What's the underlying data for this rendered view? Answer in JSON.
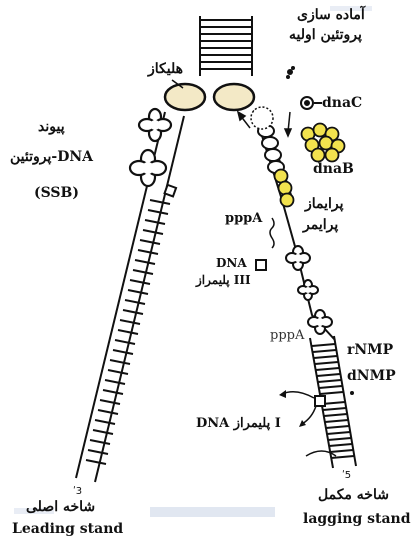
{
  "labels": {
    "helicase": "هلیکاز",
    "preprimosome": [
      "آماده سازی",
      "پروتئین اولیه"
    ],
    "dnac": "dnaC",
    "dnab": "dnaB",
    "ssb": [
      "پیوند",
      "پروتئین-DNA",
      "(SSB)"
    ],
    "primase": "پرایماز",
    "pppa_top": "pppA",
    "primer": "پرایمر",
    "dna_pol3": [
      "DNA",
      "پلیمراز III"
    ],
    "pppa_bottom": "pppA",
    "rnmp": "rNMP",
    "dnmp": "dNMP",
    "dna_pol1": "DNA پلیمراز I",
    "leading": [
      "شاخه اصلی",
      "Leading stand"
    ],
    "lagging": [
      "شاخه مکمل",
      "lagging stand"
    ]
  },
  "colors": {
    "ink": "#111111",
    "helicase_fill": "#f3e9c6",
    "dnab_fill": "#f2e24e",
    "blotch": "#c9d3e6"
  }
}
